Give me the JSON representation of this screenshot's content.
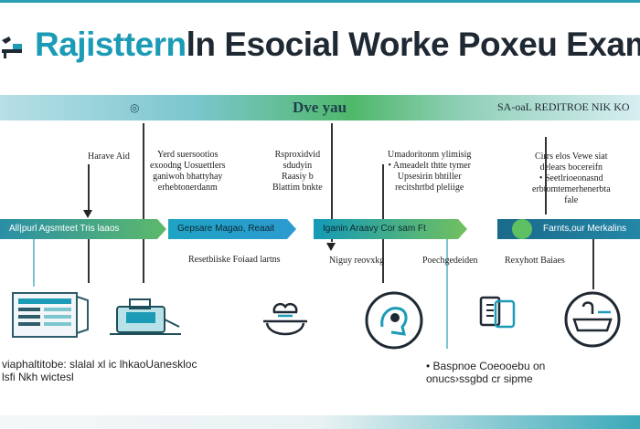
{
  "title": {
    "accent": "Rajisttern",
    "rest": "ln Esocial Worke Poxeu Exam"
  },
  "header": {
    "center": "Dve yau",
    "right": "SA-oaL REDITROE NIK KO",
    "left_icon": "◎"
  },
  "notes": [
    {
      "text": "Harave Aid"
    },
    {
      "text": "Yerd suersootios\nexoodng Uosuettlers\nganiwoh bhattyhay\nerhebtonerdanm"
    },
    {
      "text": "Rsproxidvid\nsdudyin\nRaasiy b\nBlattim bnkte"
    },
    {
      "text": "Umadoritonm ylimisig\n• Ameadelt thtte tymer\nUpsesirin bhtiller\nrecitshrtbd pleliige"
    },
    {
      "text": "Cirrs elos Vewe siat\ndelears bocereifn\n• Seetlrioeonasnd\nerbtomtemerhenerbta\nfale"
    }
  ],
  "phases": [
    {
      "label": "All|purl Agsmteet Tris laaos"
    },
    {
      "label": "Gepsare Magao, Reaait"
    },
    {
      "label": "Iganin Araavy Cor sam Ft"
    },
    {
      "label": "Farnts,our Merkalins"
    }
  ],
  "sublabels": [
    {
      "text": "Resetbiiske Foiaad lartns"
    },
    {
      "text": "Niguy reovxkg"
    },
    {
      "text": "Poechgedeiden"
    },
    {
      "text": "Rexyhott Baiaes"
    }
  ],
  "captions": [
    {
      "text": "viaphaltitobe: slalal xl ic lhkaoUaneskloc\nlsfi Nkh wictesl"
    },
    {
      "text": "• Baspnoe Coeooebu on\nonucs›ssgbd cr sipme"
    }
  ],
  "icons": [
    {
      "name": "tools-icon"
    },
    {
      "name": "document-stack-icon"
    },
    {
      "name": "briefcase-icon"
    },
    {
      "name": "cloud-bowl-icon"
    },
    {
      "name": "head-profile-icon"
    },
    {
      "name": "id-card-icon"
    },
    {
      "name": "bathtub-icon"
    }
  ],
  "colors": {
    "accent": "#1b9bb5",
    "green": "#4fb86a",
    "dark": "#1f2933"
  }
}
